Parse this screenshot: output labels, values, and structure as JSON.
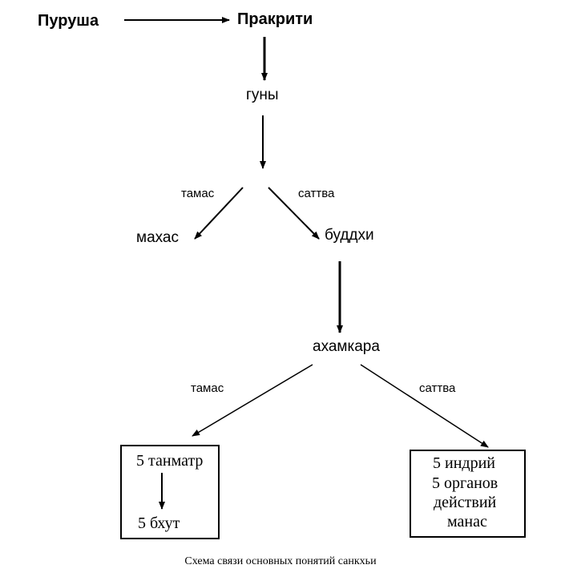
{
  "nodes": {
    "purusha": "Пуруша",
    "prakriti": "Пракрити",
    "guny": "гуны",
    "mahas": "махас",
    "buddhi": "буддхи",
    "ahamkara": "ахамкара"
  },
  "edge_labels": {
    "guny_tamas": "тамас",
    "guny_sattva": "саттва",
    "ahamkara_tamas": "тамас",
    "ahamkara_sattva": "саттва"
  },
  "left_box": {
    "top": "5 танматр",
    "bottom": "5 бхут"
  },
  "right_box": {
    "lines": [
      "5 индрий",
      "5 органов",
      "действий",
      "манас"
    ]
  },
  "caption": "Схема связи основных понятий санкхьи"
}
